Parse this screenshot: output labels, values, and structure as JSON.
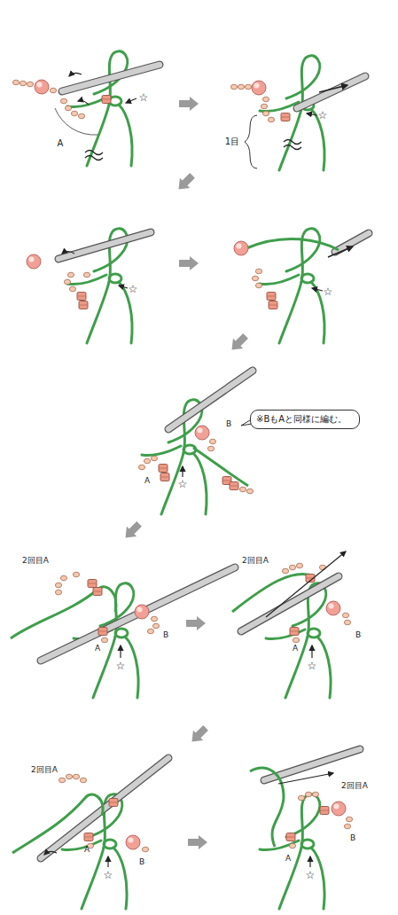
{
  "diagram": {
    "nodes": [
      {
        "text": [
          "※BもAと同様に編む。"
        ]
      }
    ],
    "labels": [
      "A",
      "☆",
      "1目",
      "☆",
      "☆",
      "☆",
      "B",
      "A",
      "☆",
      "2回目A",
      "A",
      "B",
      "☆",
      "2回目A",
      "A",
      "B",
      "☆",
      "2回目A",
      "A",
      "B",
      "☆",
      "2回目A",
      "A",
      "B",
      "☆"
    ]
  }
}
